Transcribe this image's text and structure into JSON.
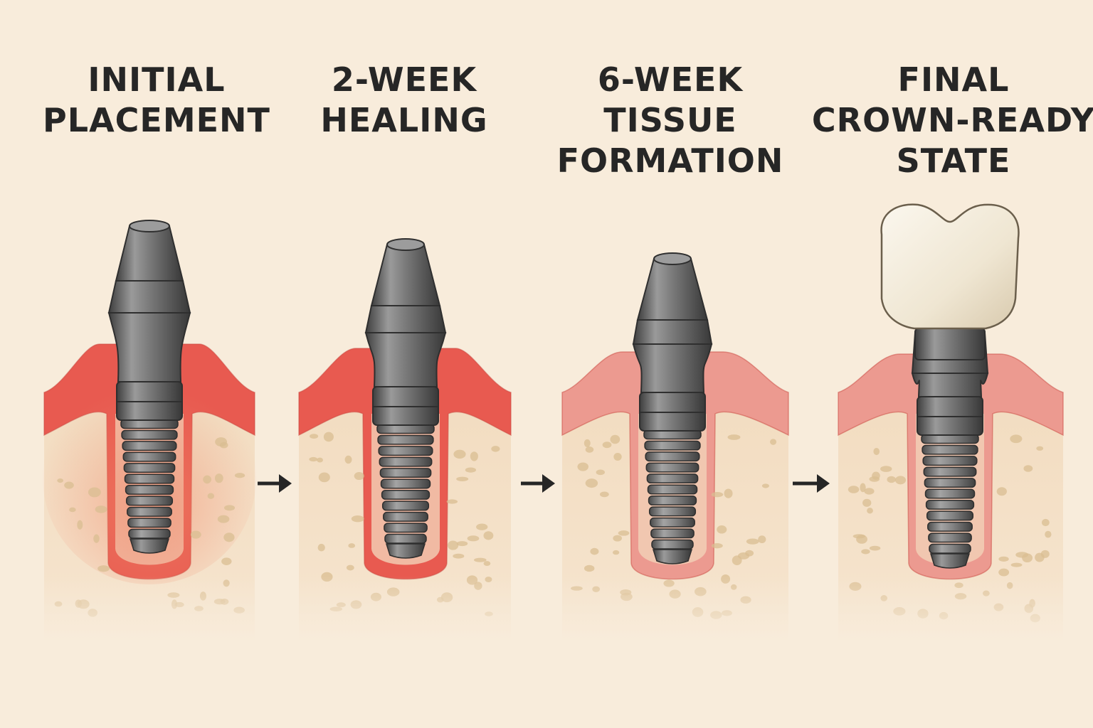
{
  "stages": [
    {
      "title_lines": [
        "INITIAL",
        "PLACEMENT"
      ]
    },
    {
      "title_lines": [
        "2-WEEK",
        "HEALING"
      ]
    },
    {
      "title_lines": [
        "6-WEEK",
        "TISSUE",
        "FORMATION"
      ]
    },
    {
      "title_lines": [
        "FINAL",
        "CROWN-READY",
        "STATE"
      ]
    }
  ],
  "colors": {
    "background": "#f8ecdb",
    "gum_inflamed": "#e85a50",
    "gum_healthy": "#ec9a90",
    "bone": "#f0d8b8",
    "bone_pores": "#d9bd92",
    "implant_metal": "#6f6f6f",
    "crown": "#f3ecdc",
    "arrow": "#262626"
  },
  "icons": {
    "arrow": "arrow-right-icon",
    "crown": "tooth-crown-icon",
    "implant": "dental-implant-icon"
  }
}
